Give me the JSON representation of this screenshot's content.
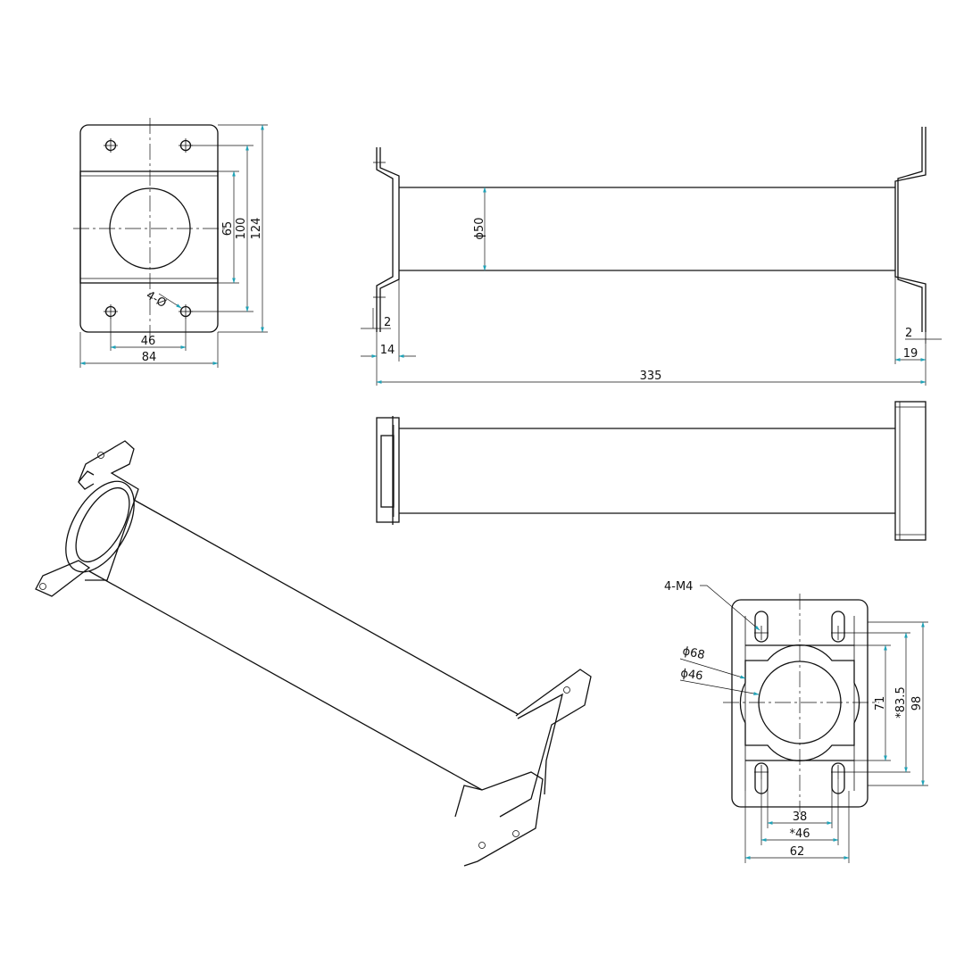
{
  "colors": {
    "line": "#111111",
    "arrow": "#1fa3b8",
    "background": "#ffffff"
  },
  "front_view": {
    "dim_hole_spacing": "46",
    "dim_width": "84",
    "dim_bore": "65",
    "dim_hole_vertical": "100",
    "dim_height": "124",
    "hole_callout": "4-Ø"
  },
  "side_view": {
    "dim_tube_diameter": "ϕ50",
    "dim_left_thickness": "2",
    "dim_left_flange": "14",
    "dim_right_thickness": "2",
    "dim_right_flange": "19",
    "dim_overall_length": "335"
  },
  "end_view": {
    "thread_callout": "4-M4",
    "dim_outer_diameter": "ϕ68",
    "dim_inner_diameter": "ϕ46",
    "dim_bore_height": "71",
    "dim_hole_vertical": "*83.5",
    "dim_height": "98",
    "dim_slot_spacing": "38",
    "dim_hole_spacing": "*46",
    "dim_width": "62"
  }
}
